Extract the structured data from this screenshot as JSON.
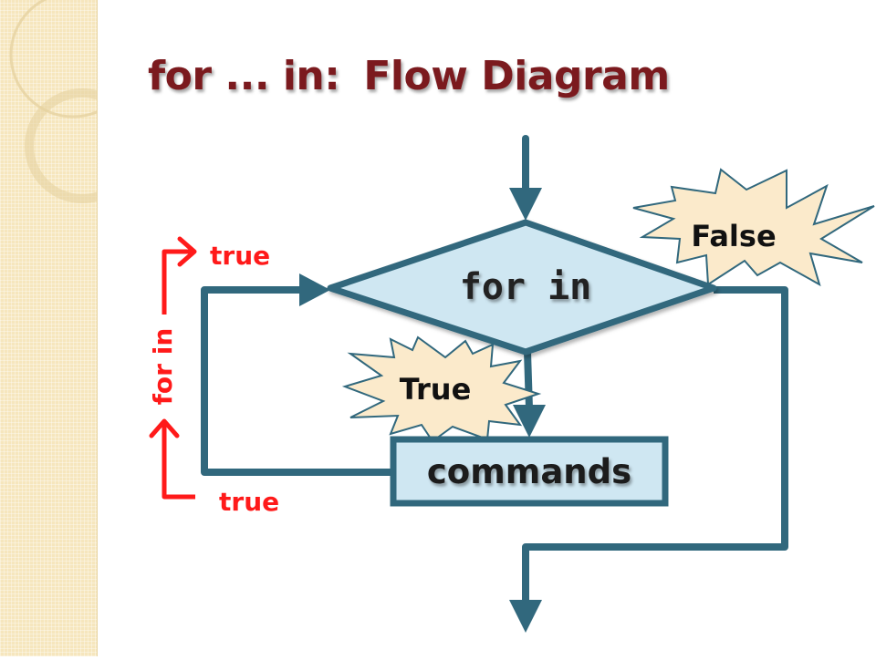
{
  "slide": {
    "title_part1": "for ... in:",
    "title_part2": "Flow Diagram"
  },
  "diagram": {
    "decision_label": "for in",
    "command_label": "commands",
    "true_burst_label": "True",
    "false_burst_label": "False",
    "side_annotation": {
      "vertical_label": "for in",
      "top_label": "true",
      "bottom_label": "true"
    }
  },
  "colors": {
    "title": "#7b1a1e",
    "flow_line": "#31687d",
    "decision_fill": "#cfe7f2",
    "burst_fill": "#fbeacb",
    "annotation_red": "#ff1a1a"
  }
}
